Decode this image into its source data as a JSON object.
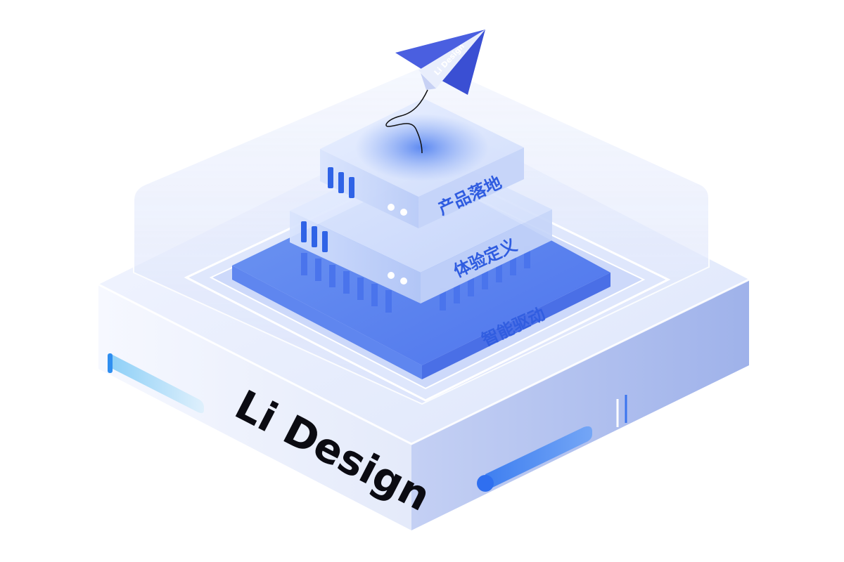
{
  "brand": {
    "name": "Li Design",
    "plane_mark": "Li Design"
  },
  "layers": [
    {
      "label": "产品落地"
    },
    {
      "label": "体验定义"
    },
    {
      "label": "智能驱动"
    }
  ],
  "colors": {
    "accent": "#2f5ce0",
    "plane": "#3d55d8",
    "base_top": "#e9eefc",
    "base_side": "#a9b9ee",
    "brand_text": "#0b0b12"
  }
}
